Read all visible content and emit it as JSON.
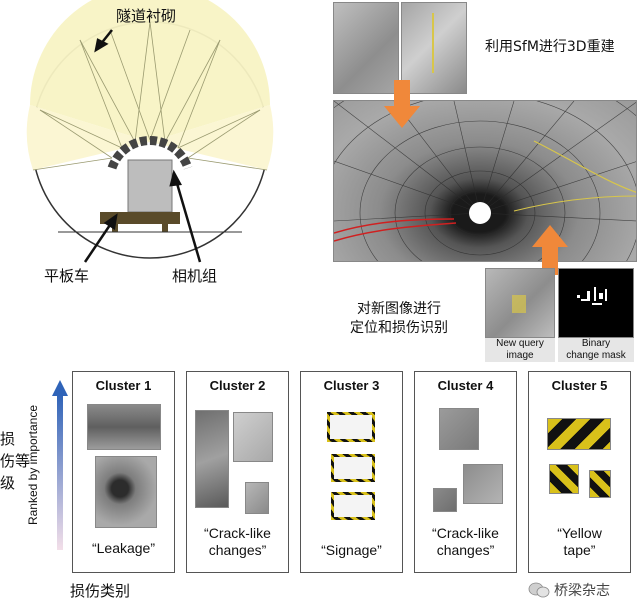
{
  "top_left": {
    "label_lining": "隧道衬砌",
    "label_flatcar": "平板车",
    "label_camera": "相机组"
  },
  "top_right": {
    "label_sfm": "利用SfM进行3D重建",
    "label_locate_line1": "对新图像进行",
    "label_locate_line2": "定位和损伤识别",
    "query_caption_line1": "New query",
    "query_caption_line2": "image",
    "mask_caption_line1": "Binary",
    "mask_caption_line2": "change mask"
  },
  "left_axis": {
    "cn_line1": "损",
    "cn_line2": "伤等",
    "cn_line3": "级",
    "en_label": "Ranked by importance"
  },
  "bottom_label": "损伤类别",
  "watermark": "桥梁杂志",
  "clusters": [
    {
      "title": "Cluster 1",
      "caption_line1": "“Leakage”",
      "caption_line2": ""
    },
    {
      "title": "Cluster 2",
      "caption_line1": "“Crack-like",
      "caption_line2": "changes”"
    },
    {
      "title": "Cluster 3",
      "caption_line1": "“Signage”",
      "caption_line2": ""
    },
    {
      "title": "Cluster 4",
      "caption_line1": "“Crack-like",
      "caption_line2": "changes”"
    },
    {
      "title": "Cluster 5",
      "caption_line1": "“Yellow",
      "caption_line2": "tape”"
    }
  ],
  "colors": {
    "light_yellow": "#f8f3c4",
    "arrow_orange": "#f0883a",
    "axis_blue": "#2f63b8",
    "red_line": "#d02020"
  }
}
